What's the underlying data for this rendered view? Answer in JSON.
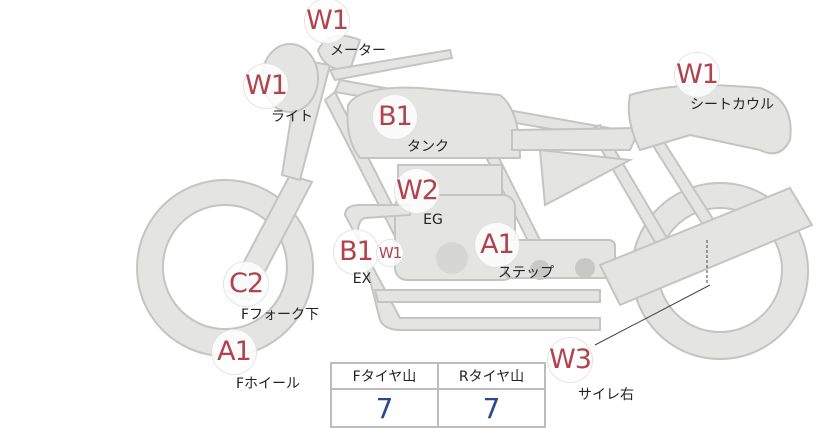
{
  "colors": {
    "grade": "#b2434c",
    "value": "#2b4a8c",
    "body": "#e4e4e2",
    "outline": "#c4c4c2"
  },
  "markers": [
    {
      "grade": "W1",
      "part": "メーター"
    },
    {
      "grade": "W1",
      "part": "ライト"
    },
    {
      "grade": "B1",
      "part": "タンク"
    },
    {
      "grade": "W1",
      "part": "シートカウル"
    },
    {
      "grade": "W2",
      "part": "EG"
    },
    {
      "grade": "B1",
      "part": "EX",
      "extra_grade": "W1"
    },
    {
      "grade": "A1",
      "part": "ステップ"
    },
    {
      "grade": "C2",
      "part": "Fフォーク下"
    },
    {
      "grade": "A1",
      "part": "Fホイール"
    },
    {
      "grade": "W3",
      "part": "サイレ右"
    }
  ],
  "tread_table": {
    "headers": [
      "Fタイヤ山",
      "Rタイヤ山"
    ],
    "values": [
      "7",
      "7"
    ]
  }
}
